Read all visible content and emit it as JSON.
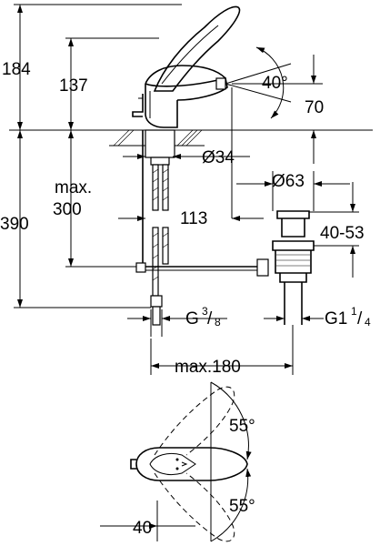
{
  "dimensions": {
    "total_top_height": "184",
    "spout_height": "137",
    "spray_angle": "40°",
    "spout_offset": "70",
    "hole_diameter": "Ø34",
    "max_label": "max.",
    "max_value": "300",
    "total_bottom_height": "390",
    "drain_offset": "113",
    "waste_diameter": "Ø63",
    "waste_range": "40-53",
    "supply_thread": "G 3/8",
    "supply_thread_base": "G",
    "supply_thread_num": "3",
    "supply_thread_den": "8",
    "waste_thread_base": "G1",
    "waste_thread_num": "1",
    "waste_thread_den": "4",
    "max_reach": "max.180",
    "lever_angle_top": "55°",
    "lever_angle_bottom": "55°",
    "lever_offset": "40"
  }
}
